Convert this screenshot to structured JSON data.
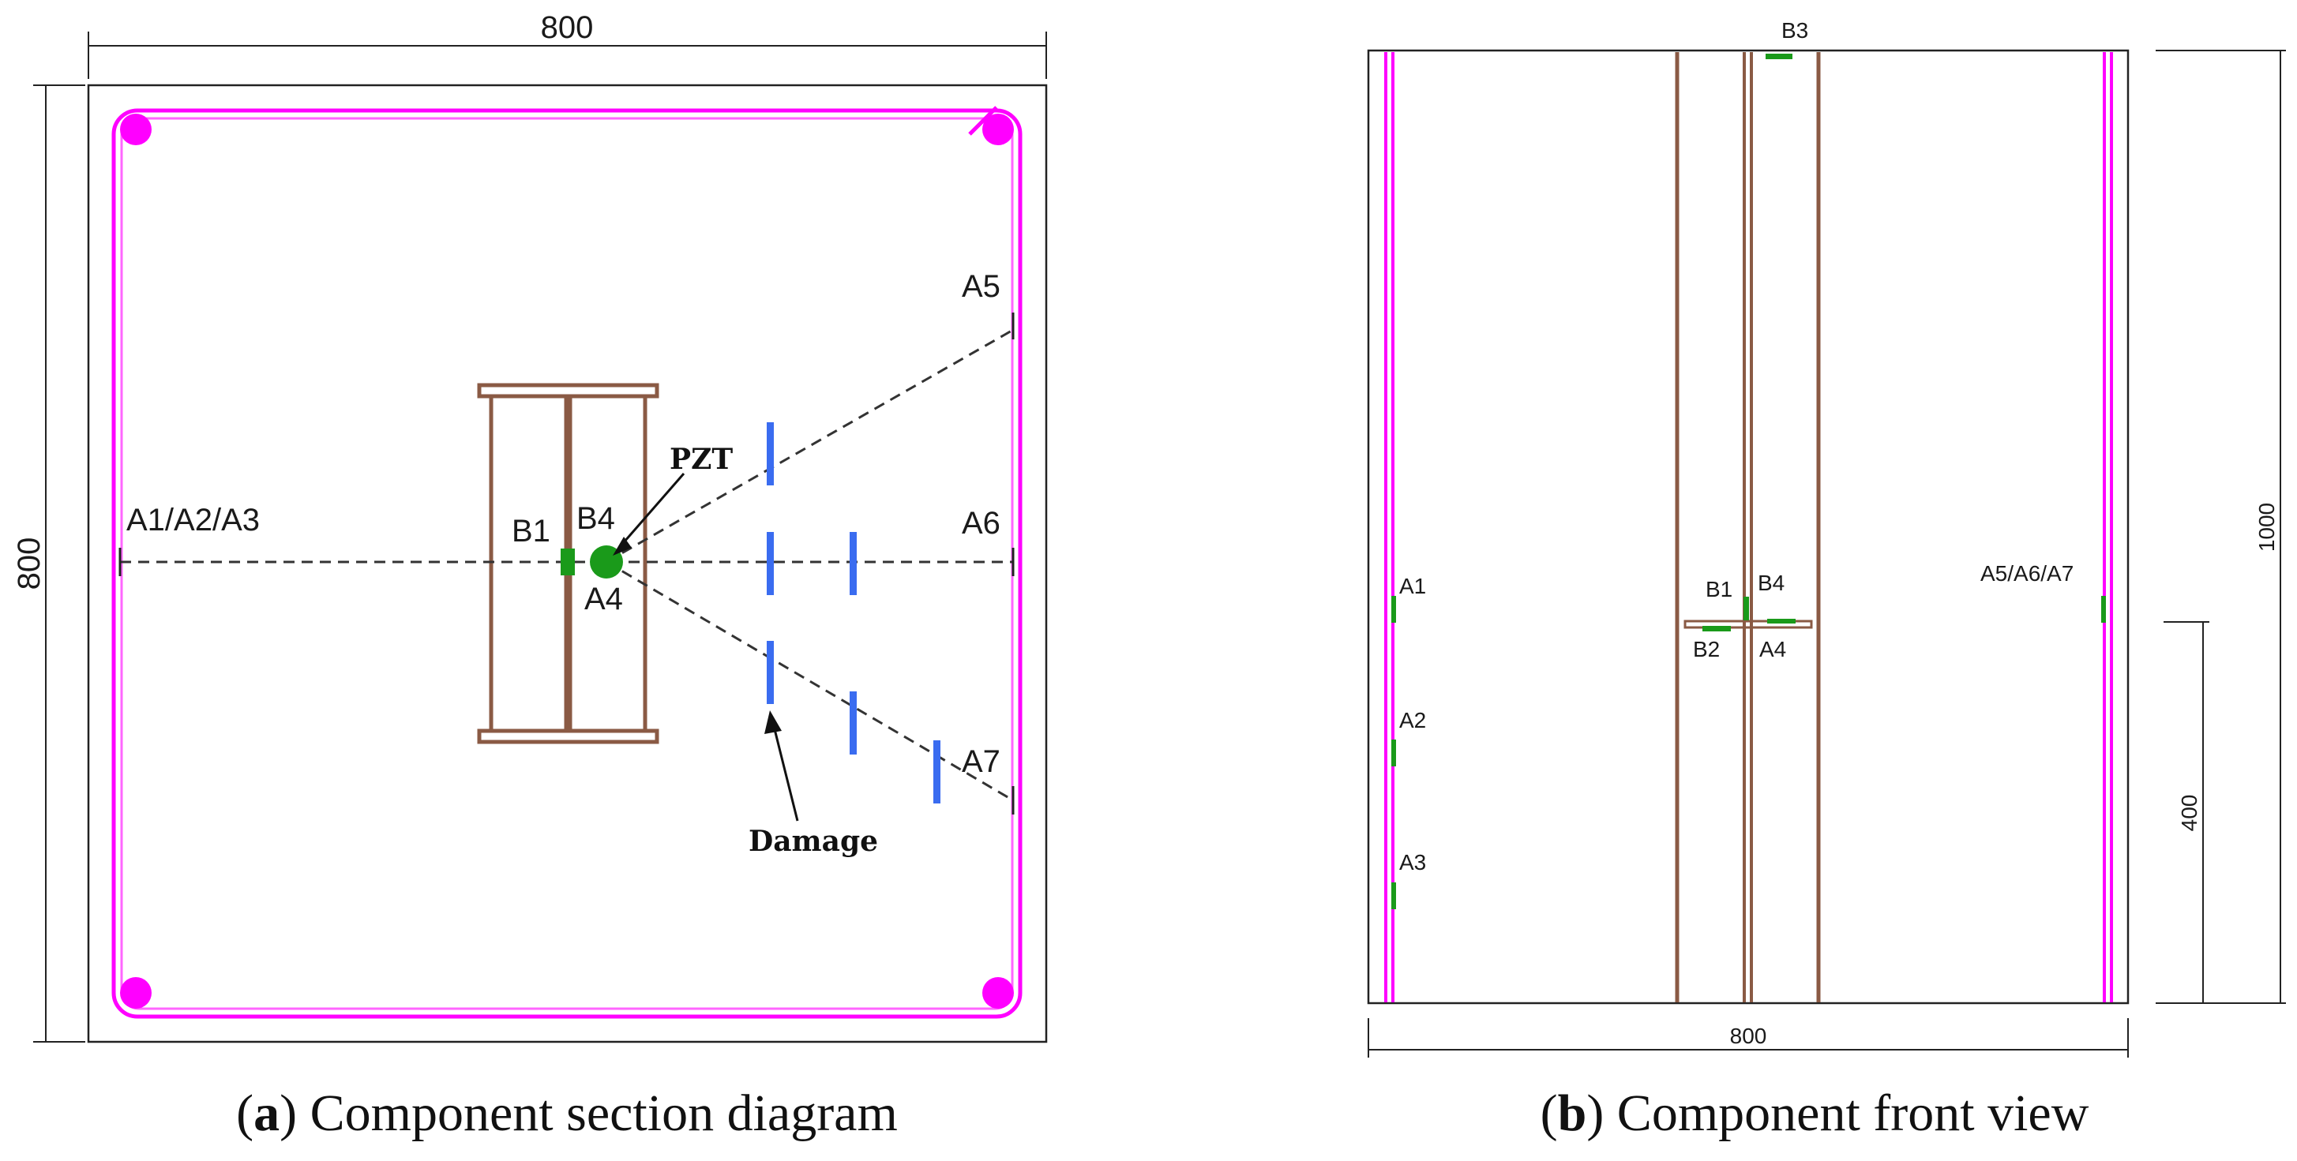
{
  "panel_a": {
    "dim_width": "800",
    "dim_height": "800",
    "labels": {
      "a123": "A1/A2/A3",
      "a4": "A4",
      "a5": "A5",
      "a6": "A6",
      "a7": "A7",
      "b1": "B1",
      "b4": "B4",
      "pzt": "PZT",
      "damage": "Damage"
    },
    "caption_letter": "a",
    "caption_text": "Component section diagram"
  },
  "panel_b": {
    "dim_width": "800",
    "dim_height": "1000",
    "dim_partial": "400",
    "labels": {
      "a1": "A1",
      "a2": "A2",
      "a3": "A3",
      "a4": "A4",
      "a567": "A5/A6/A7",
      "b1": "B1",
      "b2": "B2",
      "b3": "B3",
      "b4": "B4"
    },
    "caption_letter": "b",
    "caption_text": "Component front view"
  },
  "colors": {
    "rebar": "#ff00ff",
    "steel": "#8a5a44",
    "pzt": "#1a9a1a",
    "damage": "#3a6cf0"
  }
}
